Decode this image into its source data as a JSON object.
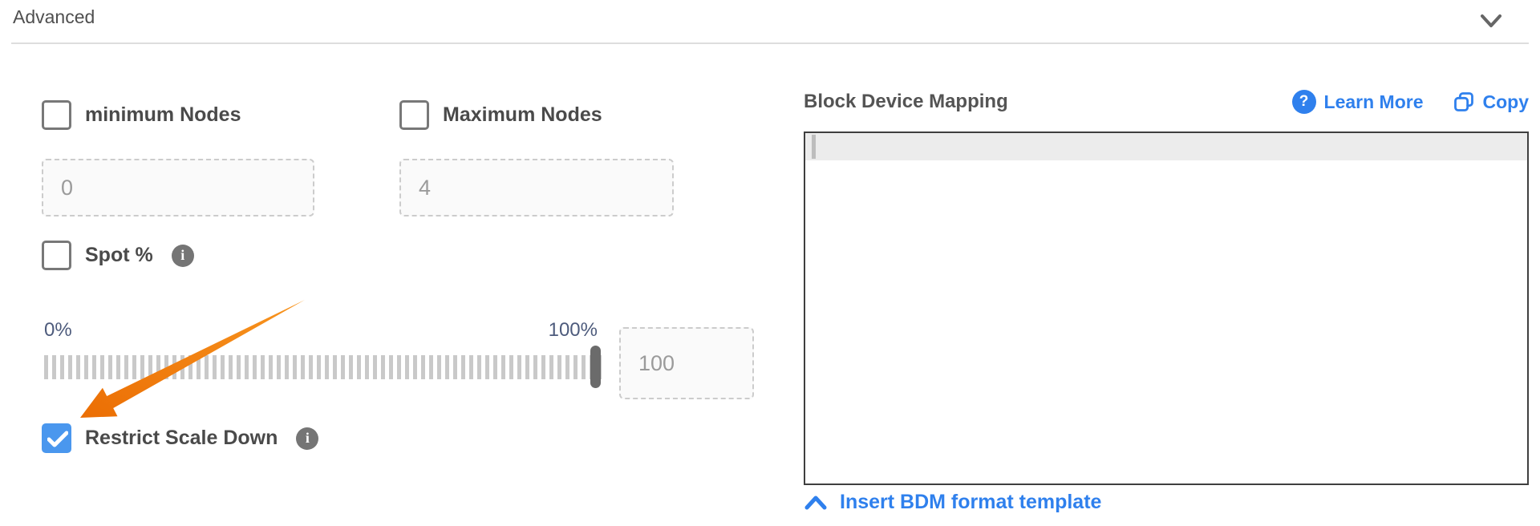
{
  "header": {
    "title": "Advanced",
    "collapse_icon": "chevron-down"
  },
  "form": {
    "min_nodes": {
      "label": "minimum Nodes",
      "checked": false,
      "value": "0"
    },
    "max_nodes": {
      "label": "Maximum Nodes",
      "checked": false,
      "value": "4"
    },
    "spot": {
      "label": "Spot %",
      "checked": false
    },
    "slider": {
      "min_label": "0%",
      "max_label": "100%",
      "value": "100",
      "position_pct": 100
    },
    "restrict_scale_down": {
      "label": "Restrict Scale Down",
      "checked": true
    }
  },
  "bdm": {
    "title": "Block Device Mapping",
    "learn_more_label": "Learn More",
    "copy_label": "Copy",
    "editor_value": "",
    "insert_template_label": "Insert BDM format template"
  },
  "colors": {
    "accent_blue": "#2f80ed",
    "checkbox_checked_blue": "#4a97ee",
    "annotation_arrow_orange": "#f58220",
    "slider_label_color": "#4d5b7c"
  }
}
